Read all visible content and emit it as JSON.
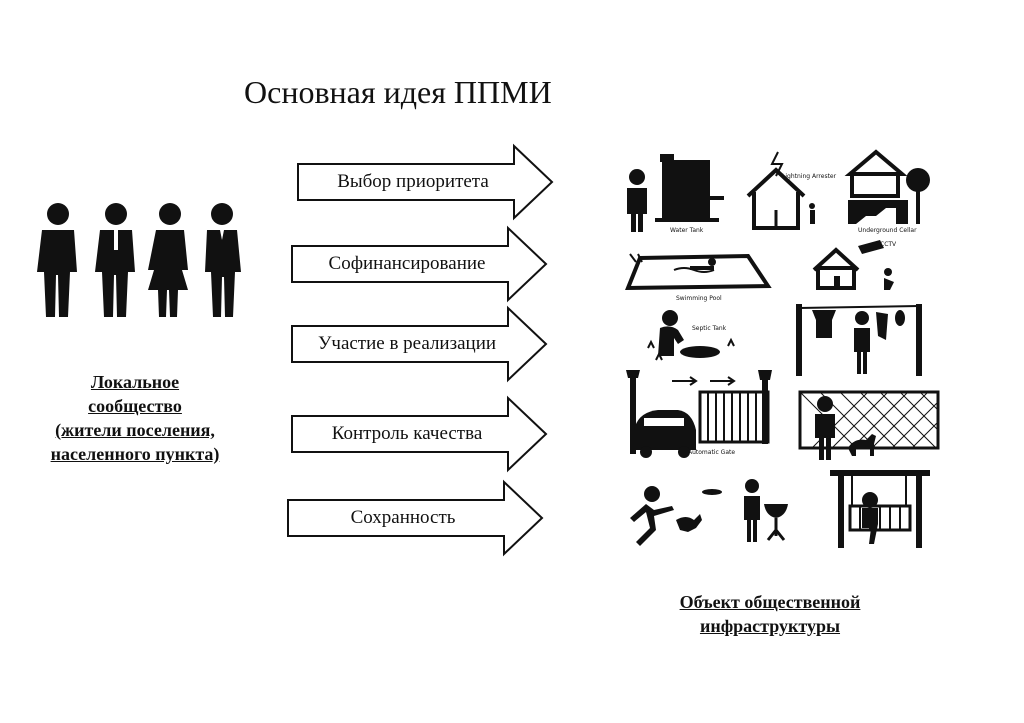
{
  "title": "Основная идея ППМИ",
  "community_caption": [
    "Локальное",
    "сообщество",
    "(жители поселения,",
    "населенного пункта)"
  ],
  "steps": [
    {
      "label": "Выбор приоритета"
    },
    {
      "label": "Софинансирование"
    },
    {
      "label": "Участие в реализации"
    },
    {
      "label": "Контроль качества"
    },
    {
      "label": "Сохранность"
    }
  ],
  "infrastructure_caption": [
    "Объект общественной",
    "инфраструктуры"
  ],
  "pictograms": [
    {
      "icon": "water-tank-icon",
      "caption": "Water Tank"
    },
    {
      "icon": "lightning-arrester-icon",
      "caption": "Lightning Arrester"
    },
    {
      "icon": "underground-cellar-icon",
      "caption": "Underground Cellar"
    },
    {
      "icon": "swimming-pool-icon",
      "caption": "Swimming Pool"
    },
    {
      "icon": "cctv-icon",
      "caption": "CCTV"
    },
    {
      "icon": "septic-tank-icon",
      "caption": "Septic Tank"
    },
    {
      "icon": "clothesline-icon",
      "caption": ""
    },
    {
      "icon": "automatic-gate-icon",
      "caption": "Automatic Gate"
    },
    {
      "icon": "fence-dog-icon",
      "caption": ""
    },
    {
      "icon": "park-leisure-icon",
      "caption": ""
    },
    {
      "icon": "swing-bench-icon",
      "caption": ""
    }
  ]
}
